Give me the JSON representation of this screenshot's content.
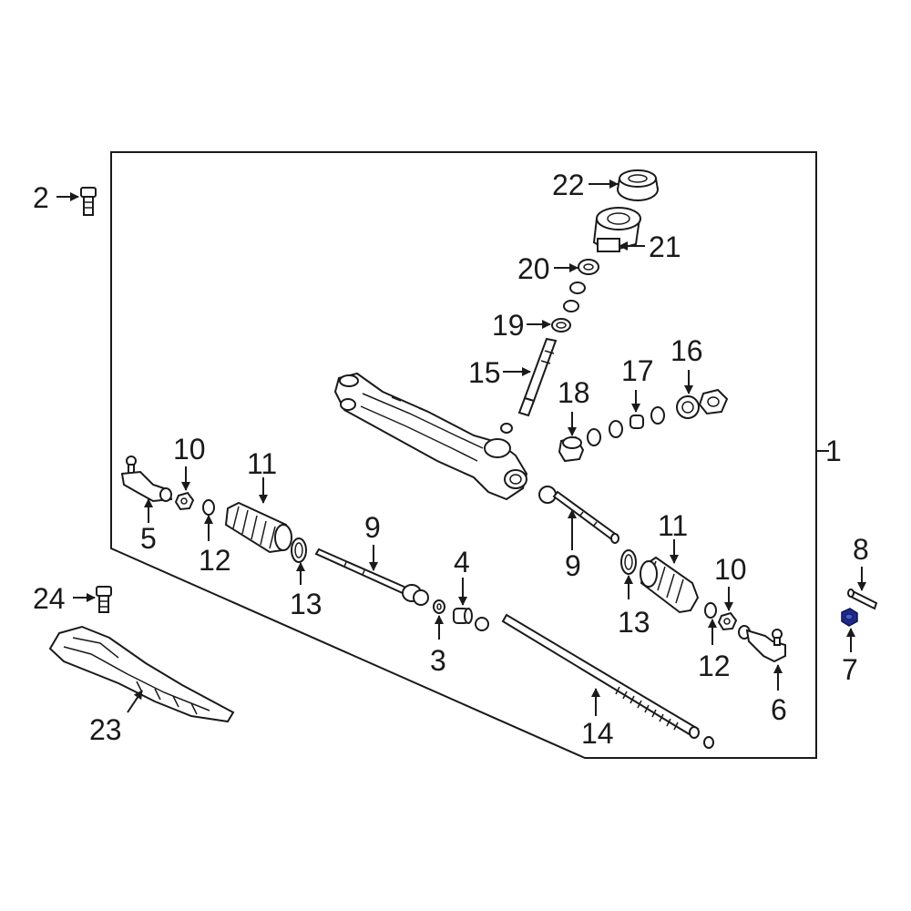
{
  "labels": {
    "l1": "1",
    "l2": "2",
    "l3": "3",
    "l4": "4",
    "l5": "5",
    "l6": "6",
    "l7": "7",
    "l8": "8",
    "l9a": "9",
    "l9b": "9",
    "l10a": "10",
    "l10b": "10",
    "l11a": "11",
    "l11b": "11",
    "l12a": "12",
    "l12b": "12",
    "l13a": "13",
    "l13b": "13",
    "l14": "14",
    "l15": "15",
    "l16": "16",
    "l17": "17",
    "l18": "18",
    "l19": "19",
    "l20": "20",
    "l21": "21",
    "l22": "22",
    "l23": "23",
    "l24": "24"
  },
  "highlight_color": "#1e2a8a",
  "line_color": "#1a1a1a"
}
